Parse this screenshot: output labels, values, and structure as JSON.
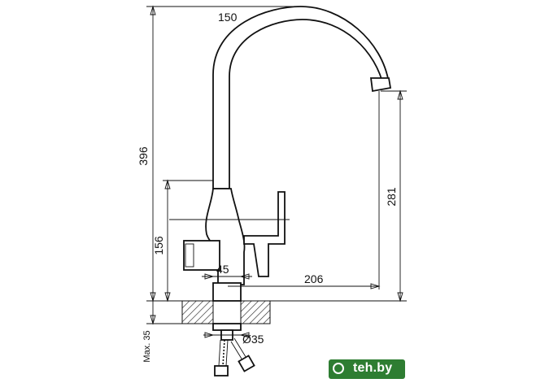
{
  "dimensions": {
    "top_spout_radius": "150",
    "total_height": "396",
    "spout_height": "281",
    "body_height": "156",
    "base_width": "45",
    "reach": "206",
    "hole_diameter": "Ø35",
    "max_thickness": "Max. 35"
  },
  "watermark": {
    "text": "teh.by",
    "icon": "circle-logo-icon",
    "color": "#2e7d32"
  }
}
